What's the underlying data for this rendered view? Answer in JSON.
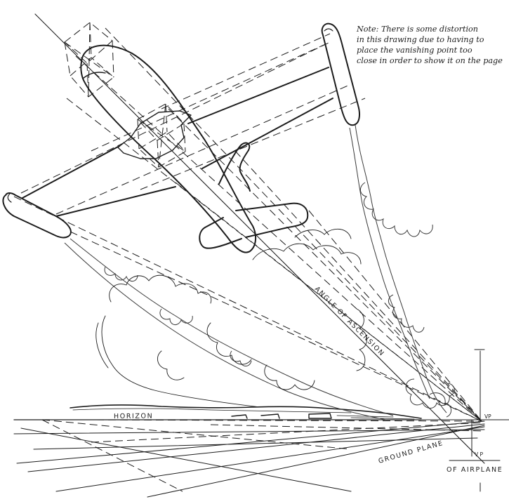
{
  "note": {
    "lines": [
      "Note: There is some distortion",
      "in this drawing due to having to",
      "place the vanishing point too",
      "close in order to show it on the page"
    ]
  },
  "labels": {
    "horizon": "HORIZON",
    "angle_of_ascension": "ANGLE OF ASCENSION",
    "ground_plane": "GROUND PLANE",
    "of_airplane": "OF AIRPLANE",
    "vp_upper": "VP",
    "vp_lower": "V P"
  },
  "colors": {
    "ink": "#1c1c1c",
    "paper": "#ffffff"
  }
}
